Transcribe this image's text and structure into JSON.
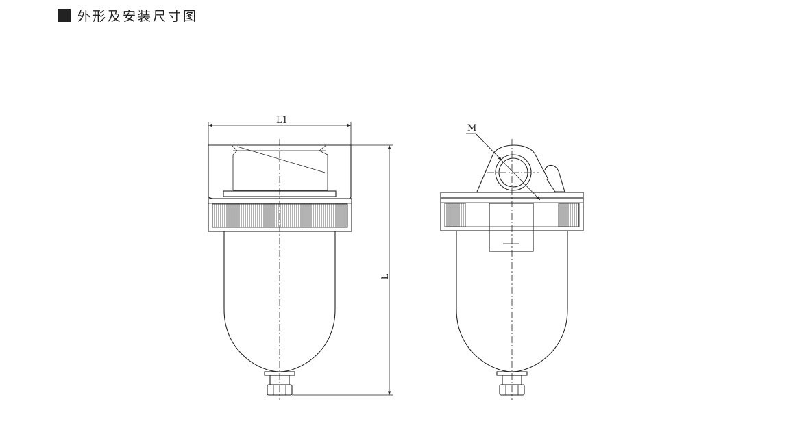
{
  "header": {
    "title": "外形及安装尺寸图",
    "square_color": "#222222"
  },
  "dimensions": {
    "width_label": "L1",
    "height_label": "L",
    "port_label": "M"
  },
  "colors": {
    "line": "#222222",
    "background": "#ffffff"
  }
}
